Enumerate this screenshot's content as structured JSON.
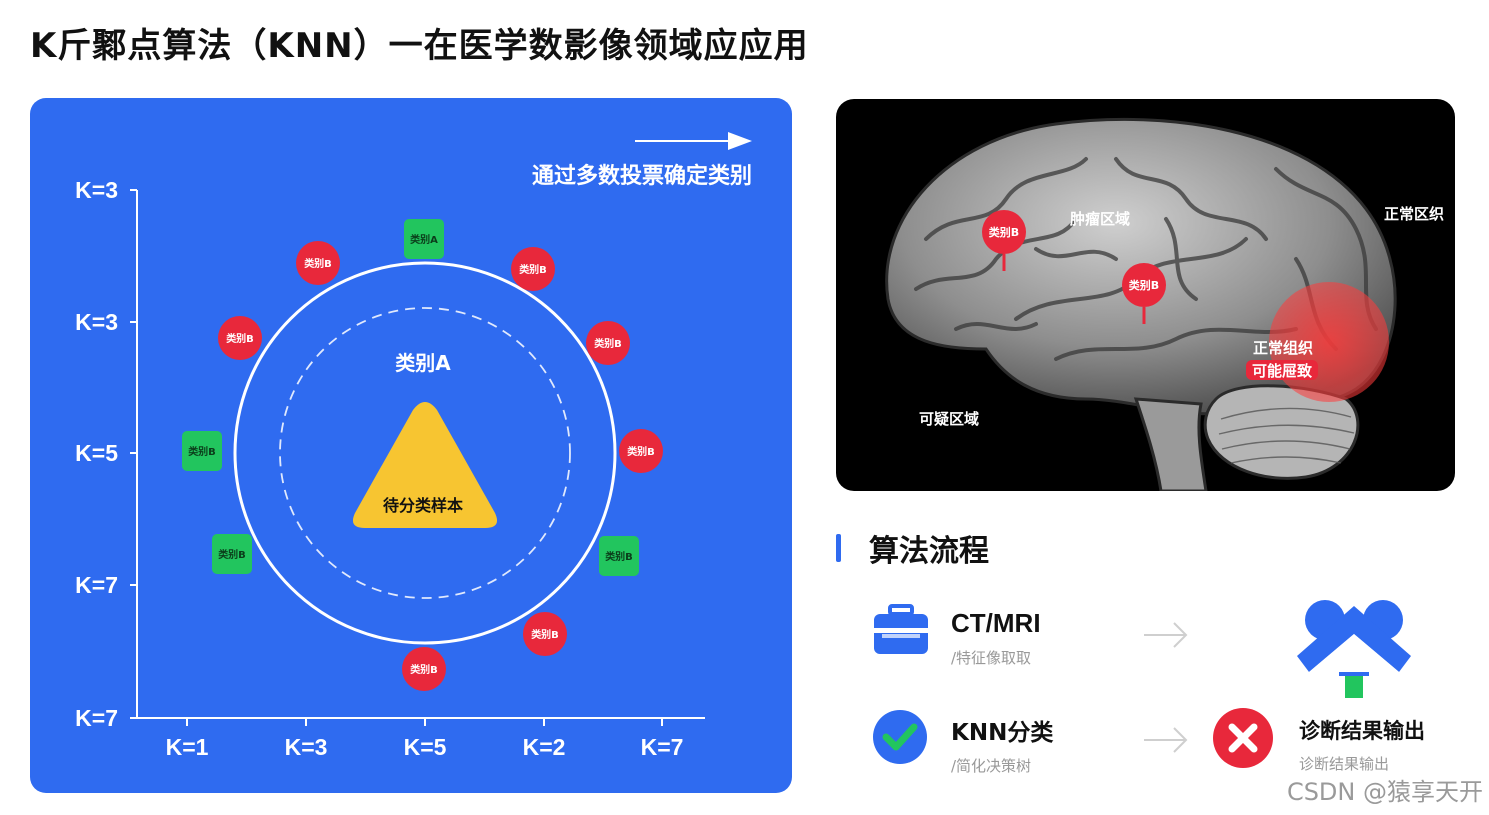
{
  "title": "K斤鄹点算法（KNN）一在医学数影像领域应应用",
  "panel": {
    "caption": "通过多数投票确定类别",
    "y_ticks": [
      "K=3",
      "K=3",
      "K=5",
      "K=7",
      "K=7"
    ],
    "x_ticks": [
      "K=1",
      "K=3",
      "K=5",
      "K=2",
      "K=7"
    ],
    "inner_label": "类别A",
    "sample_label": "待分类样本",
    "neighbors": [
      {
        "label": "类别A",
        "kind": "green"
      },
      {
        "label": "类别B",
        "kind": "red"
      },
      {
        "label": "类别B",
        "kind": "red"
      },
      {
        "label": "类别B",
        "kind": "red"
      },
      {
        "label": "类别B",
        "kind": "green"
      },
      {
        "label": "类别B",
        "kind": "red"
      },
      {
        "label": "类别B",
        "kind": "red"
      },
      {
        "label": "类别B",
        "kind": "green"
      },
      {
        "label": "类别B",
        "kind": "green"
      },
      {
        "label": "类别B",
        "kind": "red"
      },
      {
        "label": "类别B",
        "kind": "red"
      },
      {
        "label": "类别B",
        "kind": "red"
      }
    ],
    "colors": {
      "panel": "#2f6bf0",
      "red": "#e8283b",
      "green": "#22c55e",
      "sample": "#f7c531"
    }
  },
  "brain": {
    "pin1": "类别B",
    "pin2": "类别B",
    "tumor_label": "肿瘤区域",
    "normal_right": "正常区织",
    "normal_center": "正常组织",
    "possible_lesion": "可能屉致",
    "suspect": "可疑区域"
  },
  "flow": {
    "heading": "算法流程",
    "step1": {
      "main": "CT/MRI",
      "sub": "/特征像取取",
      "icon": "briefcase-icon"
    },
    "step2": {
      "main": "KNN分类",
      "sub": "/简化决策树",
      "icon": "check-circle-icon"
    },
    "step3": {
      "main": "诊断结果输出",
      "sub": "诊断结果输出",
      "icon": "x-circle-icon"
    },
    "upload_icon": "cloud-upload-icon"
  },
  "watermark": "CSDN @猿享天开"
}
